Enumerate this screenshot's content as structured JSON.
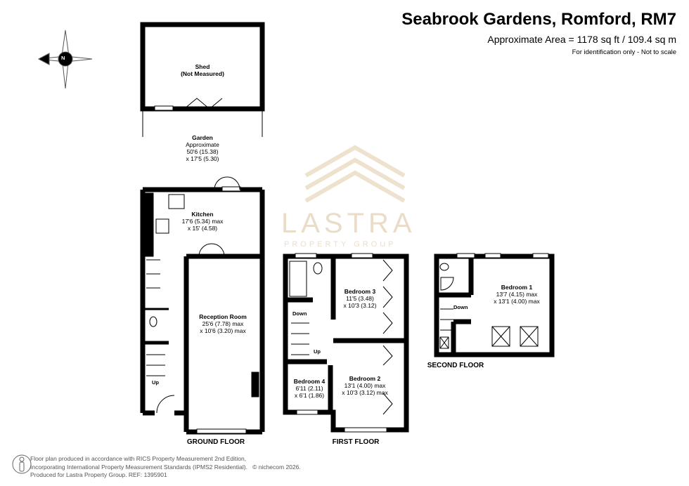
{
  "header": {
    "title": "Seabrook Gardens, Romford, RM7",
    "area": "Approximate Area = 1178 sq ft / 109.4 sq m",
    "note": "For identification only - Not to scale"
  },
  "compass": {
    "label": "N",
    "icon": "compass-icon"
  },
  "watermark": {
    "name": "LASTRA",
    "sub": "PROPERTY GROUP"
  },
  "ground_floor": {
    "label": "GROUND FLOOR",
    "shed": {
      "name": "Shed",
      "dims": "(Not Measured)"
    },
    "garden": {
      "name": "Garden",
      "line1": "Approximate",
      "line2": "50'6 (15.38)",
      "line3": "x 17'5 (5.30)"
    },
    "kitchen": {
      "name": "Kitchen",
      "line1": "17'6 (5.34) max",
      "line2": "x 15' (4.58)"
    },
    "reception": {
      "name": "Reception Room",
      "line1": "25'6 (7.78) max",
      "line2": "x 10'6 (3.20) max"
    },
    "stairs": "Up"
  },
  "first_floor": {
    "label": "FIRST FLOOR",
    "bedroom3": {
      "name": "Bedroom 3",
      "line1": "11'5 (3.48)",
      "line2": "x 10'3 (3.12)"
    },
    "bedroom2": {
      "name": "Bedroom 2",
      "line1": "13'1 (4.00) max",
      "line2": "x 10'3 (3.12) max"
    },
    "bedroom4": {
      "name": "Bedroom 4",
      "line1": "6'11 (2.11)",
      "line2": "x 6'1 (1.86)"
    },
    "down": "Down",
    "up": "Up"
  },
  "second_floor": {
    "label": "SECOND FLOOR",
    "bedroom1": {
      "name": "Bedroom 1",
      "line1": "13'7 (4.15) max",
      "line2": "x 13'1 (4.00) max"
    },
    "down": "Down"
  },
  "footer": {
    "line1": "Floor plan produced in accordance with RICS Property Measurement 2nd Edition,",
    "line2": "Incorporating International Property Measurement Standards (IPMS2 Residential).",
    "copyright": "© nichecom 2026.",
    "line3": "Produced for Lastra Property Group.   REF: 1395901"
  },
  "colors": {
    "wall": "#000000",
    "watermark": "#e9dcc8",
    "footer_text": "#555555"
  }
}
